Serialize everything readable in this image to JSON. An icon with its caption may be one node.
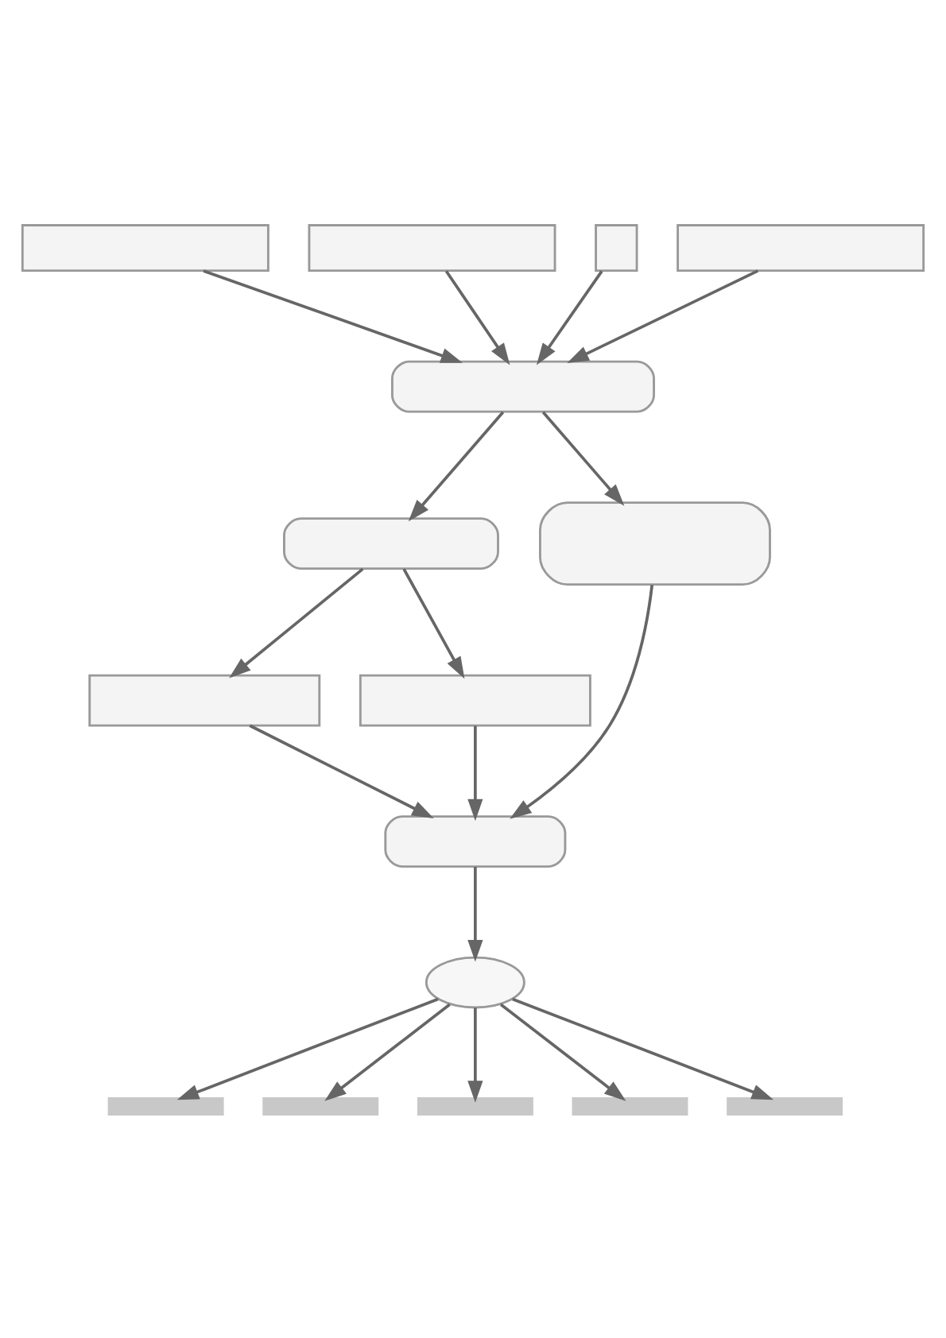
{
  "diagram": {
    "nodes": [
      {
        "text": [],
        "shape": "box"
      },
      {
        "text": [],
        "shape": "box"
      },
      {
        "text": [],
        "shape": "box"
      },
      {
        "text": [],
        "shape": "box"
      },
      {
        "text": [],
        "shape": "box"
      },
      {
        "text": [],
        "shape": "box"
      },
      {
        "text": [],
        "shape": "box"
      },
      {
        "text": [],
        "shape": "box"
      },
      {
        "text": [],
        "shape": "box"
      },
      {
        "text": [],
        "shape": "box"
      },
      {
        "text": [],
        "shape": "ellipse"
      },
      {
        "text": [],
        "shape": "bar"
      },
      {
        "text": [],
        "shape": "bar"
      },
      {
        "text": [],
        "shape": "bar"
      },
      {
        "text": [],
        "shape": "bar"
      },
      {
        "text": [],
        "shape": "bar"
      }
    ],
    "edges": [
      {
        "from": 0,
        "to": 4,
        "arrow": "to"
      },
      {
        "from": 1,
        "to": 4,
        "arrow": "to"
      },
      {
        "from": 2,
        "to": 4,
        "arrow": "to"
      },
      {
        "from": 3,
        "to": 4,
        "arrow": "to"
      },
      {
        "from": 4,
        "to": 5,
        "arrow": "to"
      },
      {
        "from": 4,
        "to": 6,
        "arrow": "to"
      },
      {
        "from": 5,
        "to": 7,
        "arrow": "to"
      },
      {
        "from": 5,
        "to": 8,
        "arrow": "to"
      },
      {
        "from": 7,
        "to": 9,
        "arrow": "to"
      },
      {
        "from": 8,
        "to": 9,
        "arrow": "to"
      },
      {
        "from": 6,
        "to": 9,
        "arrow": "to"
      },
      {
        "from": 9,
        "to": 10,
        "arrow": "to"
      },
      {
        "from": 10,
        "to": 11,
        "arrow": "to"
      },
      {
        "from": 10,
        "to": 12,
        "arrow": "to"
      },
      {
        "from": 10,
        "to": 13,
        "arrow": "to"
      },
      {
        "from": 10,
        "to": 14,
        "arrow": "to"
      },
      {
        "from": 10,
        "to": 15,
        "arrow": "to"
      }
    ]
  }
}
